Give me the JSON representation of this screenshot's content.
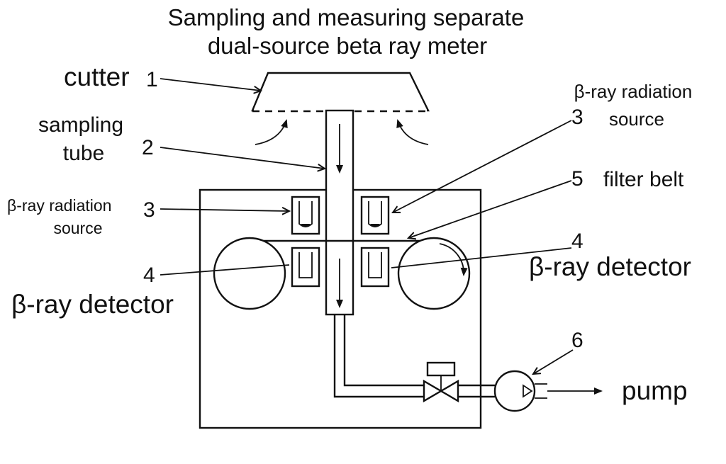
{
  "title": {
    "line1": "Sampling and measuring separate",
    "line2": "dual-source beta ray meter"
  },
  "labels": {
    "cutter": "cutter",
    "sampling_tube_line1": "sampling",
    "sampling_tube_line2": "tube",
    "source_left_line1": "β-ray radiation",
    "source_left_line2": "source",
    "source_right_line1": "β-ray radiation",
    "source_right_line2": "source",
    "filter_belt": "filter belt",
    "detector_left": "β-ray detector",
    "detector_right": "β-ray detector",
    "pump": "pump"
  },
  "callouts": {
    "n1": "1",
    "n2": "2",
    "n3_left": "3",
    "n3_right": "3",
    "n4_left": "4",
    "n4_right": "4",
    "n5": "5",
    "n6": "6"
  }
}
